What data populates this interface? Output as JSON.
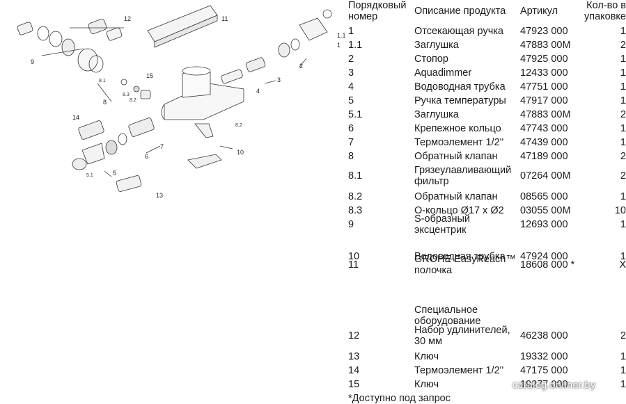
{
  "header": {
    "position": "Порядковый номер",
    "description": "Описание продукта",
    "article": "Артикул",
    "quantity": "Кол-во в упаковке"
  },
  "rows": [
    {
      "pos": "1",
      "desc": "Отсекающая ручка",
      "art": "47923 000",
      "qty": "1"
    },
    {
      "pos": "1.1",
      "desc": "Заглушка",
      "art": "47883 00M",
      "qty": "2"
    },
    {
      "pos": "2",
      "desc": "Стопор",
      "art": "47925 000",
      "qty": "1"
    },
    {
      "pos": "3",
      "desc": "Aquadimmer",
      "art": "12433 000",
      "qty": "1"
    },
    {
      "pos": "4",
      "desc": "Водоводная трубка",
      "art": "47751 000",
      "qty": "1"
    },
    {
      "pos": "5",
      "desc": "Ручка температуры",
      "art": "47917 000",
      "qty": "1"
    },
    {
      "pos": "5.1",
      "desc": "Заглушка",
      "art": "47883 00M",
      "qty": "2"
    },
    {
      "pos": "6",
      "desc": "Крепежное кольцо",
      "art": "47743 000",
      "qty": "1"
    },
    {
      "pos": "7",
      "desc": "Термоэлемент 1/2''",
      "art": "47439 000",
      "qty": "1"
    },
    {
      "pos": "8",
      "desc": "Обратный клапан",
      "art": "47189 000",
      "qty": "2"
    },
    {
      "pos": "8.1",
      "desc": "Грязеулавливающий фильтр",
      "art": "07264 00M",
      "qty": "2"
    },
    {
      "pos": "8.2",
      "desc": "Обратный клапан",
      "art": "08565 000",
      "qty": "1"
    },
    {
      "pos": "8.3",
      "desc": "О-кольцо Ø17 x Ø2",
      "art": "03055 00M",
      "qty": "10"
    },
    {
      "pos": "9",
      "desc": "S-образный эксцентрик",
      "art": "12693 000",
      "qty": "1"
    },
    {
      "pos": "10",
      "desc": "Водоводная трубка",
      "art": "47924 000",
      "qty": "1"
    },
    {
      "pos": "11",
      "desc": "GROHE EasyReach™ полочка",
      "art": "18608 000 *",
      "qty": "X"
    },
    {
      "pos": "",
      "desc": "Специальное оборудование",
      "art": "",
      "qty": ""
    },
    {
      "pos": "12",
      "desc": "Набор удлинителей, 30 мм",
      "art": "46238 000",
      "qty": "2"
    },
    {
      "pos": "13",
      "desc": "Ключ",
      "art": "19332 000",
      "qty": "1"
    },
    {
      "pos": "14",
      "desc": "Термоэлемент 1/2''",
      "art": "47175 000",
      "qty": "1"
    },
    {
      "pos": "15",
      "desc": "Ключ",
      "art": "19277 000",
      "qty": "1"
    }
  ],
  "footnote": "*Доступно под запрос",
  "watermark": "catalog.onliner.by",
  "diagram_labels": [
    "1",
    "1.1",
    "2",
    "3",
    "4",
    "5",
    "5.1",
    "6",
    "7",
    "8",
    "8.1",
    "8.2",
    "8.3",
    "8.2",
    "9",
    "10",
    "11",
    "12",
    "13",
    "14",
    "15"
  ]
}
